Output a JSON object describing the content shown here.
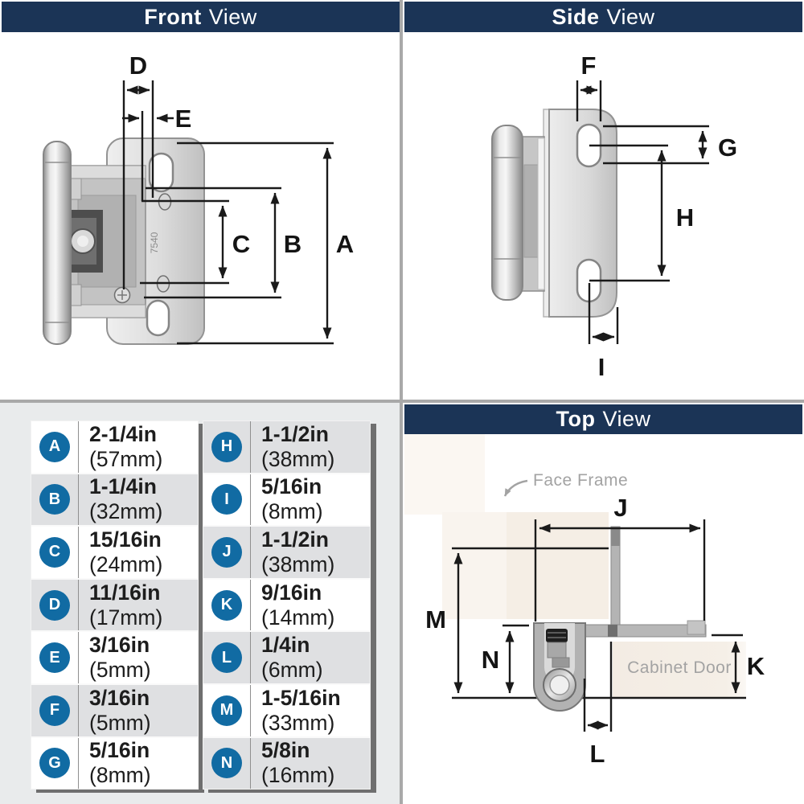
{
  "headers": {
    "front": {
      "strong": "Front",
      "rest": "View"
    },
    "side": {
      "strong": "Side",
      "rest": "View"
    },
    "top": {
      "strong": "Top",
      "rest": "View"
    }
  },
  "dims": {
    "A": "A",
    "B": "B",
    "C": "C",
    "D": "D",
    "E": "E",
    "F": "F",
    "G": "G",
    "H": "H",
    "I": "I",
    "J": "J",
    "K": "K",
    "L": "L",
    "M": "M",
    "N": "N"
  },
  "annotations": {
    "face_frame": "Face Frame",
    "cabinet_door": "Cabinet Door"
  },
  "stamp": "7540",
  "table": {
    "left": [
      {
        "key": "A",
        "size": "2-1/4in",
        "metric": "(57mm)"
      },
      {
        "key": "B",
        "size": "1-1/4in",
        "metric": "(32mm)"
      },
      {
        "key": "C",
        "size": "15/16in",
        "metric": "(24mm)"
      },
      {
        "key": "D",
        "size": "11/16in",
        "metric": "(17mm)"
      },
      {
        "key": "E",
        "size": "3/16in",
        "metric": "(5mm)"
      },
      {
        "key": "F",
        "size": "3/16in",
        "metric": "(5mm)"
      },
      {
        "key": "G",
        "size": "5/16in",
        "metric": "(8mm)"
      }
    ],
    "right": [
      {
        "key": "H",
        "size": "1-1/2in",
        "metric": "(38mm)"
      },
      {
        "key": "I",
        "size": "5/16in",
        "metric": "(8mm)"
      },
      {
        "key": "J",
        "size": "1-1/2in",
        "metric": "(38mm)"
      },
      {
        "key": "K",
        "size": "9/16in",
        "metric": "(14mm)"
      },
      {
        "key": "L",
        "size": "1/4in",
        "metric": "(6mm)"
      },
      {
        "key": "M",
        "size": "1-5/16in",
        "metric": "(33mm)"
      },
      {
        "key": "N",
        "size": "5/8in",
        "metric": "(16mm)"
      }
    ]
  },
  "colors": {
    "header_navy": "#1b3456",
    "circle_blue": "#116ba3",
    "row_alt_gray": "#dfe0e2",
    "panel_gray": "#e9ebec",
    "wood_beige": "#f5eee5",
    "dimension_ink": "#1a1a1a",
    "annotation_gray": "#a3a3a3",
    "divider_gray": "#a9a9a9"
  }
}
